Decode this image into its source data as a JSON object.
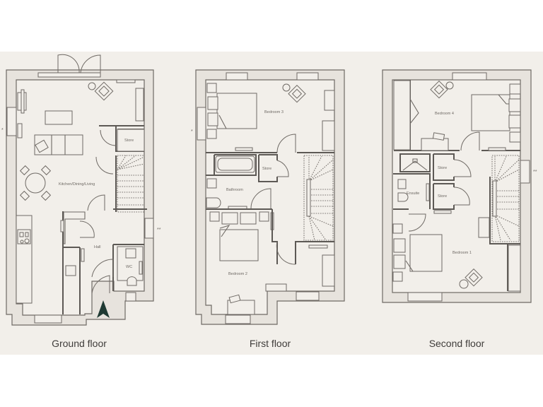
{
  "floors": [
    {
      "title": "Ground floor",
      "rooms": {
        "kitchen": "Kitchen/Dining/Living",
        "store": "Store",
        "hall": "Hall",
        "wc": "WC"
      },
      "markers": {
        "left": "*",
        "right": "**"
      }
    },
    {
      "title": "First floor",
      "rooms": {
        "bedroom3": "Bedroom 3",
        "store": "Store",
        "bathroom": "Bathroom",
        "bedroom2": "Bedroom 2"
      },
      "markers": {
        "left": "*"
      }
    },
    {
      "title": "Second floor",
      "rooms": {
        "bedroom4": "Bedroom 4",
        "store1": "Store",
        "store2": "Store",
        "ensuite": "Ensuite",
        "bedroom1": "Bedroom 1"
      },
      "markers": {
        "right": "**"
      }
    }
  ],
  "colors": {
    "background": "#f2efea",
    "wall_fill": "#e7e3dd",
    "line": "#6f6a65",
    "north_arrow": "#1f3a33"
  },
  "icons": {
    "north_arrow": "north-arrow-icon"
  }
}
